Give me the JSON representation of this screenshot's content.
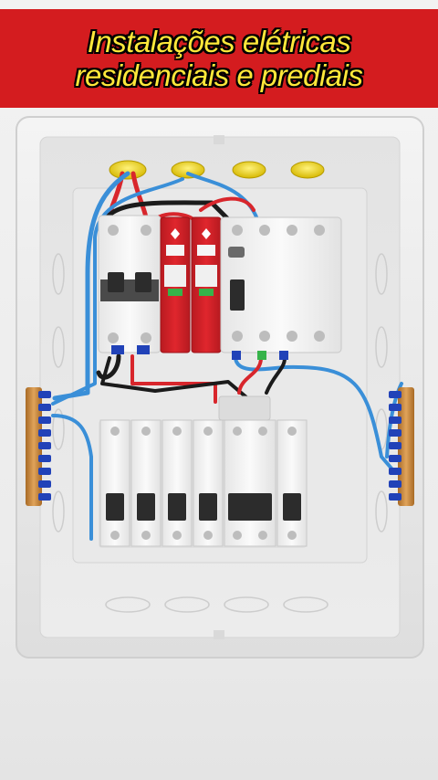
{
  "header": {
    "line1": "Instalações elétricas",
    "line2": "residenciais e prediais"
  },
  "colors": {
    "banner_background": "#d41c1f",
    "banner_text": "#ffe83a",
    "wire_red": "#d8262c",
    "wire_blue": "#3a8fd8",
    "wire_black": "#1b1b1b",
    "breaker_white": "#f1f1f1",
    "dps_red": "#d32027",
    "busbar_copper": "#c88a3a"
  },
  "scene": {
    "enclosure": "plastic distribution board",
    "components": [
      "main-breaker-2p",
      "surge-protector-dps-x2",
      "residual-current-device-dr",
      "branch-breakers-x6",
      "neutral-busbar",
      "ground-busbar",
      "cable-glands-x4"
    ]
  }
}
